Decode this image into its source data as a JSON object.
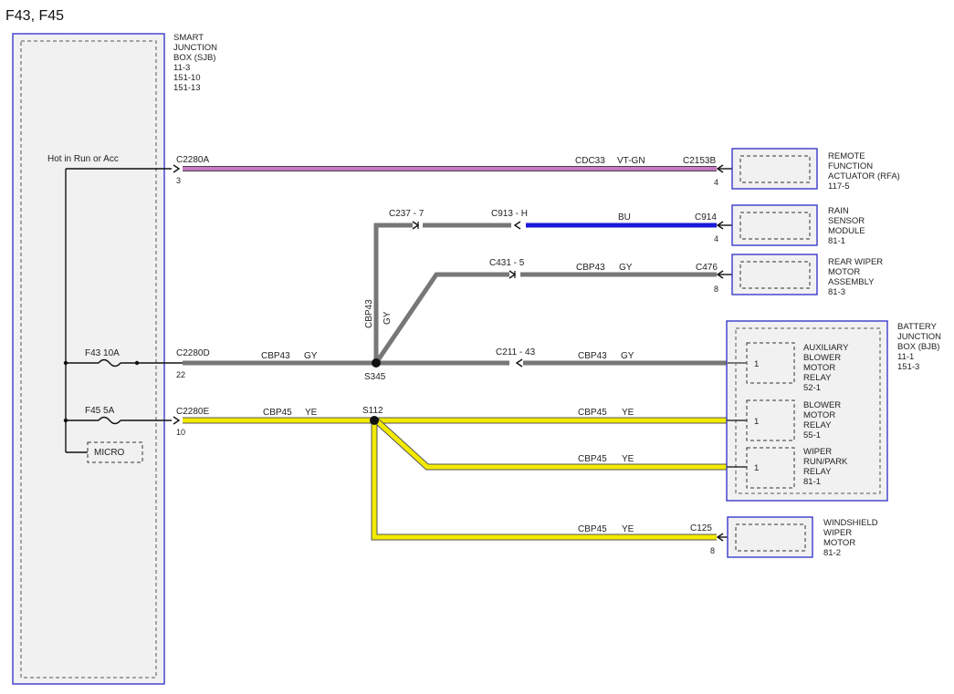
{
  "title": "F43, F45",
  "sjb": {
    "lines": [
      "SMART",
      "JUNCTION",
      "BOX (SJB)",
      "11-3",
      "151-10",
      "151-13"
    ]
  },
  "feed": {
    "hot_label": "Hot in Run or Acc",
    "micro_label": "MICRO",
    "f43_label": "F43  10A",
    "f45_label": "F45  5A"
  },
  "c2280a": {
    "connector": "C2280A",
    "pin": "3",
    "circuit": "CDC33",
    "color": "VT-GN"
  },
  "rfa": {
    "connector": "C2153B",
    "pin": "4",
    "lines": [
      "REMOTE",
      "FUNCTION",
      "ACTUATOR (RFA)",
      "117-5"
    ]
  },
  "rain": {
    "connector": "C914",
    "pin": "4",
    "wire_color": "BU",
    "inline_a": "C237 - 7",
    "inline_b": "C913 - H",
    "lines": [
      "RAIN",
      "SENSOR",
      "MODULE",
      "81-1"
    ]
  },
  "rear": {
    "connector": "C476",
    "pin": "8",
    "circuit": "CBP43",
    "color": "GY",
    "inline": "C431 - 5",
    "lines": [
      "REAR WIPER",
      "MOTOR",
      "ASSEMBLY",
      "81-3"
    ]
  },
  "c2280d": {
    "connector": "C2280D",
    "pin": "22",
    "circuit": "CBP43",
    "color": "GY",
    "splice": "S345",
    "vert_circuit": "CBP43",
    "vert_color": "GY"
  },
  "bjb_feed": {
    "inline": "C211 - 43",
    "circuit": "CBP43",
    "color": "GY"
  },
  "bjb": {
    "lines": [
      "BATTERY",
      "JUNCTION",
      "BOX (BJB)",
      "11-1",
      "151-3"
    ],
    "relays": [
      {
        "pin": "1",
        "lines": [
          "AUXILIARY",
          "BLOWER",
          "MOTOR",
          "RELAY",
          "52-1"
        ]
      },
      {
        "pin": "1",
        "lines": [
          "BLOWER",
          "MOTOR",
          "RELAY",
          "55-1"
        ]
      },
      {
        "pin": "1",
        "lines": [
          "WIPER",
          "RUN/PARK",
          "RELAY",
          "81-1"
        ]
      }
    ]
  },
  "c2280e": {
    "connector": "C2280E",
    "pin": "10",
    "circuit": "CBP45",
    "color": "YE",
    "splice": "S112"
  },
  "ye_branches": [
    {
      "circuit": "CBP45",
      "color": "YE"
    },
    {
      "circuit": "CBP45",
      "color": "YE"
    },
    {
      "circuit": "CBP45",
      "color": "YE"
    }
  ],
  "wsm": {
    "connector": "C125",
    "pin": "8",
    "lines": [
      "WINDSHIELD",
      "WIPER",
      "MOTOR",
      "81-2"
    ]
  },
  "colors": {
    "border": "#3a3acc",
    "vt_gn": "#c77ac4",
    "bu": "#1a1ad8",
    "gy": "#7a7a7a",
    "ye": "#f2ea00"
  }
}
